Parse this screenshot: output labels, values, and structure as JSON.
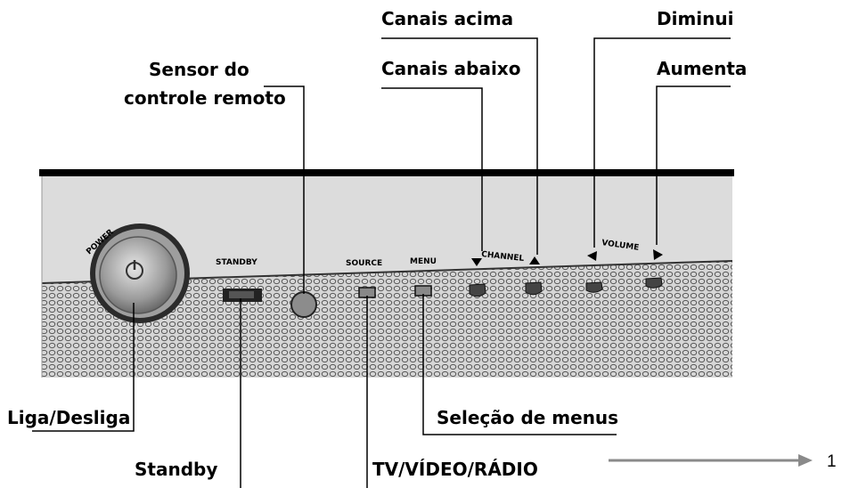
{
  "callouts": {
    "sensor_line1": "Sensor do",
    "sensor_line2": "controle remoto",
    "channel_up": "Canais acima",
    "channel_down": "Canais abaixo",
    "volume_down": "Diminui",
    "volume_up": "Aumenta",
    "power": "Liga/Desliga",
    "standby": "Standby",
    "menu": "Seleção de menus",
    "source": "TV/VÍDEO/RÁDIO"
  },
  "panel_labels": {
    "power": "POWER",
    "standby": "STANDBY",
    "source": "SOURCE",
    "menu": "MENU",
    "channel": "CHANNEL",
    "volume": "VOLUME"
  },
  "figure_ref": "1",
  "colors": {
    "panel": "#dcdcdc",
    "grille": "#d6d6d6",
    "ink": "#000000",
    "arrow": "#8a8a8a"
  }
}
